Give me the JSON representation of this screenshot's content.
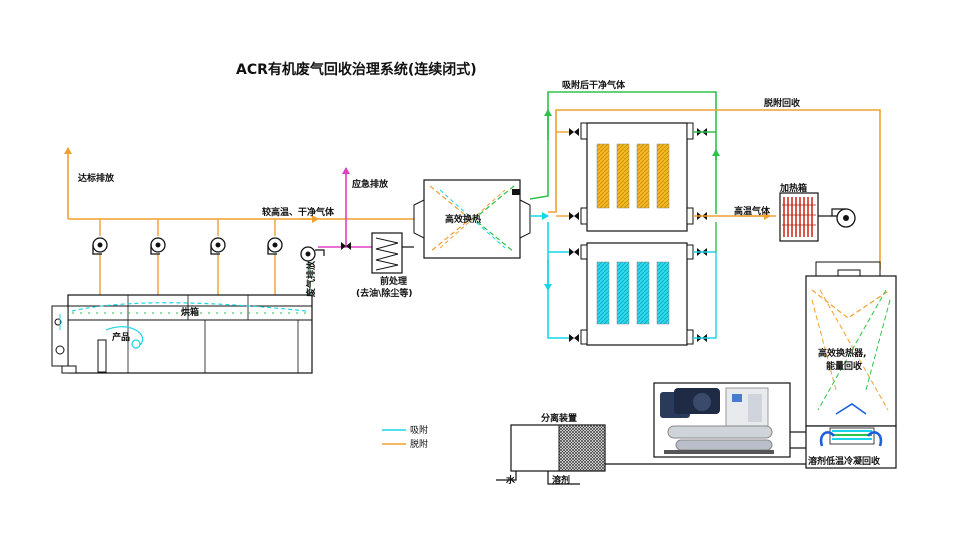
{
  "diagram": {
    "title": "ACR有机废气回收治理系统(连续闭式)",
    "labels": {
      "clean_gas_after_adsorption": "吸附后干净气体",
      "desorption_recovery": "脱附回收",
      "compliant_discharge": "达标排放",
      "emergency_discharge": "应急排放",
      "hot_dry_clean_gas": "较高温、干净气体",
      "high_eff_heat_exchange": "高效换热",
      "high_temp_gas": "高温气体",
      "heater": "加热箱",
      "pretreatment": "前处理",
      "pretreatment_note": "(去油\\除尘等)",
      "exhaust_gas": "废气排放",
      "oven": "烘箱",
      "product": "产品",
      "heat_exchanger_recovery_1": "高效换热器,",
      "heat_exchanger_recovery_2": "能量回收",
      "separation_device": "分离装置",
      "water": "水",
      "solvent": "溶剂",
      "low_temp_condensation": "溶剂低温冷凝回收"
    },
    "legend": [
      {
        "label": "吸附",
        "color": "#1ad5e8"
      },
      {
        "label": "脱附",
        "color": "#f0a030"
      }
    ],
    "colors": {
      "adsorption": "#1ad5e8",
      "desorption": "#f0a030",
      "clean": "#2ec24a",
      "emergency": "#e040c0"
    }
  }
}
